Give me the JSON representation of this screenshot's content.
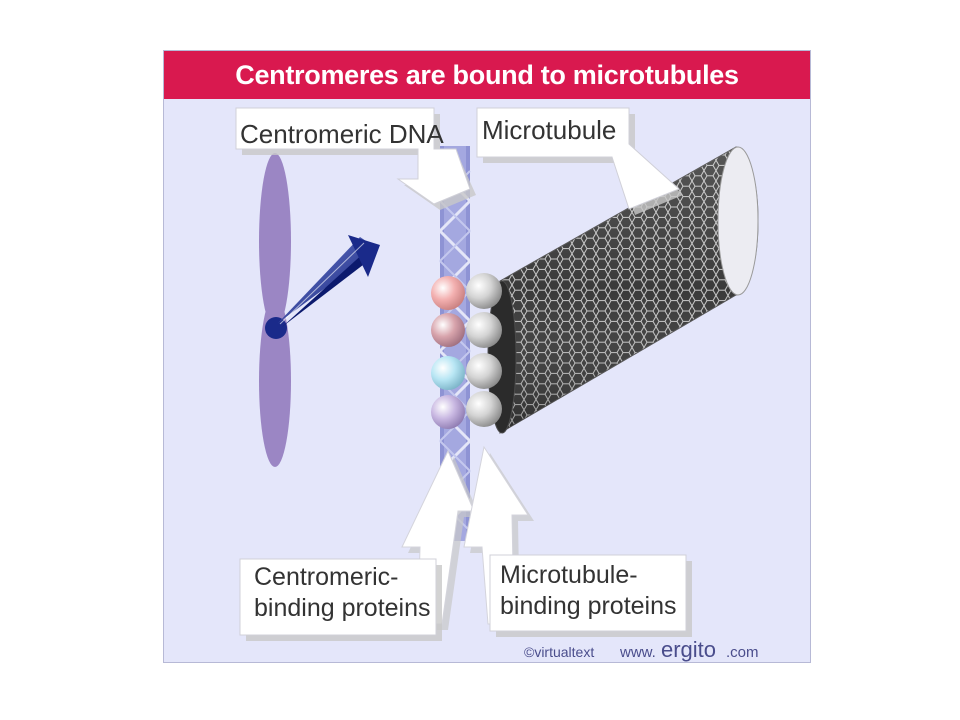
{
  "title": "Centromeres are bound to microtubules",
  "labels": {
    "centromeric_dna": "Centromeric DNA",
    "microtubule": "Microtubule",
    "centromeric_binding_line1": "Centromeric-",
    "centromeric_binding_line2": "binding proteins",
    "microtubule_binding_line1": "Microtubule-",
    "microtubule_binding_line2": "binding proteins"
  },
  "credit": {
    "copyright": "©virtualtext",
    "www": "www.",
    "brand": "ergito",
    "tld": ".com"
  },
  "colors": {
    "title_bar": "#d9194f",
    "panel": "#e4e6fa",
    "chromosome": "#9b86c4",
    "centromere": "#1a2a8a",
    "dna": "#a4a8e0"
  }
}
